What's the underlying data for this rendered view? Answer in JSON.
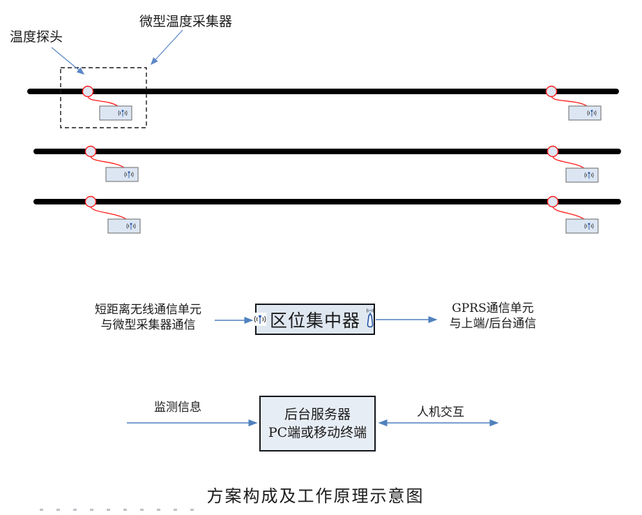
{
  "caption": "方案构成及工作原理示意图",
  "annotations": {
    "probe_label": "温度探头",
    "collector_label": "微型温度采集器"
  },
  "flow_top": {
    "left_line1": "短距离无线通信单元",
    "left_line2": "与微型采集器通信",
    "box_label": "区位集中器",
    "right_line1": "GPRS通信单元",
    "right_line2": "与上端/后台通信"
  },
  "flow_bottom": {
    "left_label": "监测信息",
    "box_line1": "后台服务器",
    "box_line2": "PC端或移动终端",
    "right_label": "人机交互"
  },
  "icons": {
    "sensor_box": "wireless-signal-icon",
    "concentrator_left": "wireless-signal-icon",
    "concentrator_right": "gprs-antenna-icon"
  },
  "colors": {
    "rail": "#000000",
    "probe_red": "#ff1a1a",
    "arrow_blue": "#4f81bd",
    "concentrator_fill": "#dfe7f1",
    "server_fill": "#e7edf4",
    "sensor_box_fill": "#dce6f3",
    "antenna_blue": "#1f4fa5"
  },
  "diagram": {
    "rail_count": 3,
    "sensors_per_rail": [
      "left",
      "right"
    ],
    "description_elements": [
      "temperature-probe",
      "micro-collector",
      "zone-concentrator",
      "backend-server"
    ]
  }
}
